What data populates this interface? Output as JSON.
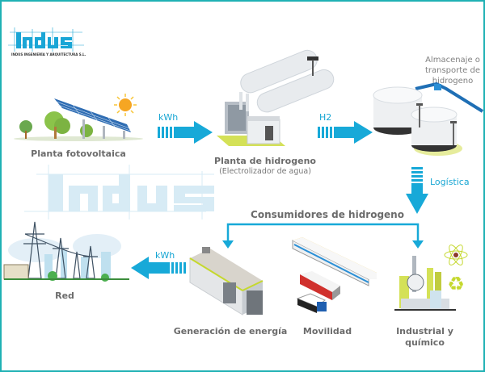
{
  "logo": {
    "name": "Indus",
    "tagline": "INDUS INGENIERÍA Y ARQUITECTURA S.L."
  },
  "watermark": {
    "text": "Indus"
  },
  "colors": {
    "frame": "#1fb1b4",
    "arrow": "#17a9d8",
    "label_text": "#6b6b6b",
    "watermark": "#d7ebf5"
  },
  "nodes": {
    "solar": {
      "label": "Planta fotovoltaica",
      "icon": "solar-panel-icon"
    },
    "hydrogen_plant": {
      "label": "Planta de hidrogeno",
      "sublabel": "(Electrolizador de agua)",
      "icon": "electrolyzer-plant-icon"
    },
    "storage": {
      "label": "Almacenaje o transporte de hidrogeno",
      "lines": [
        "Almacenaje o",
        "transporte de",
        "hidrogeno"
      ],
      "icon": "storage-tanks-icon"
    },
    "consumers": {
      "label": "Consumidores de hidrogeno"
    },
    "generation": {
      "label": "Generación de energía",
      "icon": "power-generator-icon"
    },
    "mobility": {
      "label": "Movilidad",
      "icon": "vehicles-icon"
    },
    "industrial": {
      "label": "Industrial y químico",
      "lines": [
        "Industrial y",
        "químico"
      ],
      "icon": "industrial-plant-icon"
    },
    "grid": {
      "label": "Red",
      "icon": "power-grid-icon"
    }
  },
  "flows": {
    "solar_to_plant": "kWh",
    "plant_to_storage": "H2",
    "storage_to_consumers": "Logística",
    "generation_to_grid": "kWh"
  }
}
